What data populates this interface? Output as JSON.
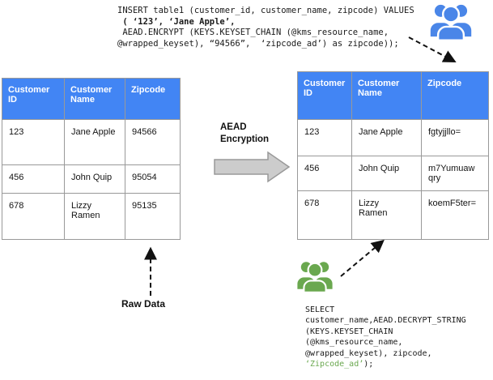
{
  "colors": {
    "header-blue": "#4285f4",
    "icon-blue": "#4a86e8",
    "icon-green": "#6aa84f",
    "green-text": "#6aa84f",
    "table-border": "#999999",
    "block-arrow-fill": "#cccccc",
    "block-arrow-stroke": "#999999"
  },
  "insert_sql": {
    "lines": [
      "INSERT table1 (customer_id, customer_name, zipcode) VALUES",
      " ( ‘123’, ‘Jane Apple’,",
      " AEAD.ENCRYPT (KEYS.KEYSET_CHAIN (@kms_resource_name,",
      "@wrapped_keyset), “94566”,  ‘zipcode_ad’) as zipcode));"
    ]
  },
  "select_sql": {
    "lines": [
      "SELECT",
      "customer_name,AEAD.DECRYPT_STRING",
      "(KEYS.KEYSET_CHAIN",
      "(@kms_resource_name,",
      "@wrapped_keyset), zipcode,"
    ],
    "green_part": "‘Zipcode_ad’",
    "tail": ");"
  },
  "raw_table": {
    "headers": [
      "Customer ID",
      "Customer Name",
      "Zipcode"
    ],
    "rows": [
      [
        "123",
        "Jane Apple",
        "94566"
      ],
      [
        "456",
        "John Quip",
        "95054"
      ],
      [
        "678",
        "Lizzy\nRamen",
        "95135"
      ]
    ]
  },
  "encrypted_table": {
    "headers": [
      "Customer ID",
      "Customer Name",
      "Zipcode"
    ],
    "rows": [
      [
        "123",
        "Jane Apple",
        "fgtyjjllo="
      ],
      [
        "456",
        "John Quip",
        "m7Yumuaw\nqry"
      ],
      [
        "678",
        "Lizzy\nRamen",
        "koemF5ter="
      ]
    ]
  },
  "labels": {
    "aead": "AEAD\nEncryption",
    "raw_data": "Raw Data"
  }
}
